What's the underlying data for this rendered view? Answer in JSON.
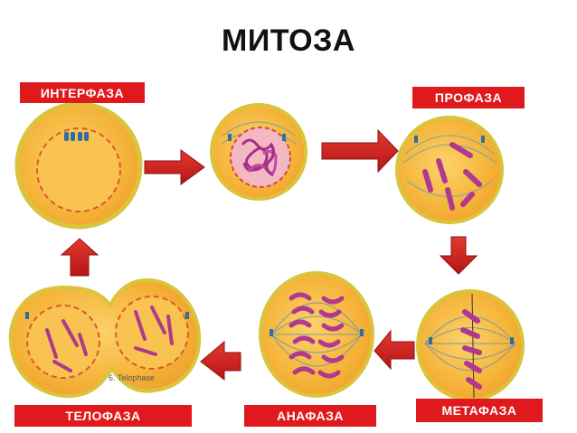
{
  "title": "МИТОЗА",
  "phases": {
    "interphase": "ИНТЕРФАЗА",
    "prophase": "ПРОФАЗА",
    "metaphase": "МЕТАФАЗА",
    "anaphase": "АНАФАЗА",
    "telophase": "ТЕЛОФАЗА"
  },
  "image_captions": {
    "telophase_caption": "6. Telophase"
  },
  "colors": {
    "label_bg": "#e0191d",
    "arrow": "#cc1b1b",
    "cell_fill": "#f7b93a",
    "cell_border": "#d7c23a",
    "chromosome": "#b0398f"
  }
}
